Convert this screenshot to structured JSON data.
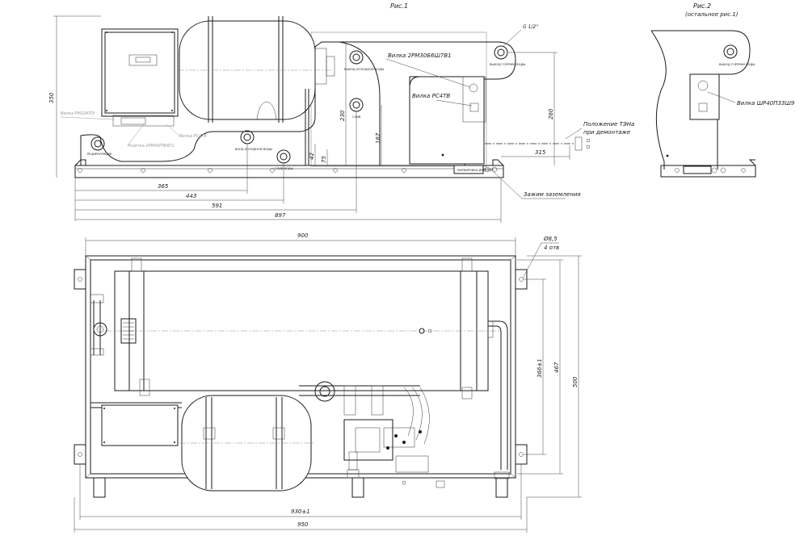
{
  "figure1": {
    "title": "Рис.1",
    "labels": {
      "vilka_2rm": "Вилка 2РМ30Б6Ш7В1",
      "vilka_rs4tv": "Вилка РС4ТВ",
      "polozhenie": "Положение ТЭНа",
      "pri_demontazhe": "при демонтаже",
      "zazhim": "Зажим заземления",
      "g_thread": "G 1/2\"",
      "vilka_left": "Вилка РМ22КПЭ",
      "rozetka": "Розетка 2РМ30ПЖ6Г1",
      "vilka_rs4tv_small": "Вилка РС4ТВ",
      "vyhod_holodnoj_vody": "ВЫХОД ХОЛОДНОЙ ВОДЫ",
      "vyhod_goryachej_vody": "ВЫХОД ГОРЯЧЕЙ ВОДЫ",
      "sliv": "СЛИВ",
      "sliv_vody": "СЛИВ ВОДЫ",
      "vhod_holodnoj_vody": "ВХОД ХОЛОДНОЙ ВОДЫ",
      "recirkulyaciya": "РЕЦИРКУЛЯЦИЯ",
      "plate_text": "МАРКИРОВКА ИЗДЕЛИЯ"
    },
    "dims": {
      "d365": "365",
      "d443": "443",
      "d591": "591",
      "d897": "897",
      "d315": "315",
      "d230": "230",
      "d167": "167",
      "d260": "260",
      "d350": "350",
      "d42": "42",
      "d75": "75"
    }
  },
  "figure2": {
    "title": "Рис.2",
    "subtitle": "(остальное рис.1)",
    "vilka_shr": "Вилка ШР40П33Ш9",
    "vyhod_goryachej_vody": "ВЫХОД ГОРЯЧЕЙ ВОДЫ"
  },
  "plan": {
    "dims": {
      "d900": "900",
      "d930": "930±1",
      "d950": "950",
      "d366": "366±1",
      "d467": "467",
      "d500": "500",
      "hole": "Ø8,5",
      "holes_count": "4 отв"
    }
  }
}
